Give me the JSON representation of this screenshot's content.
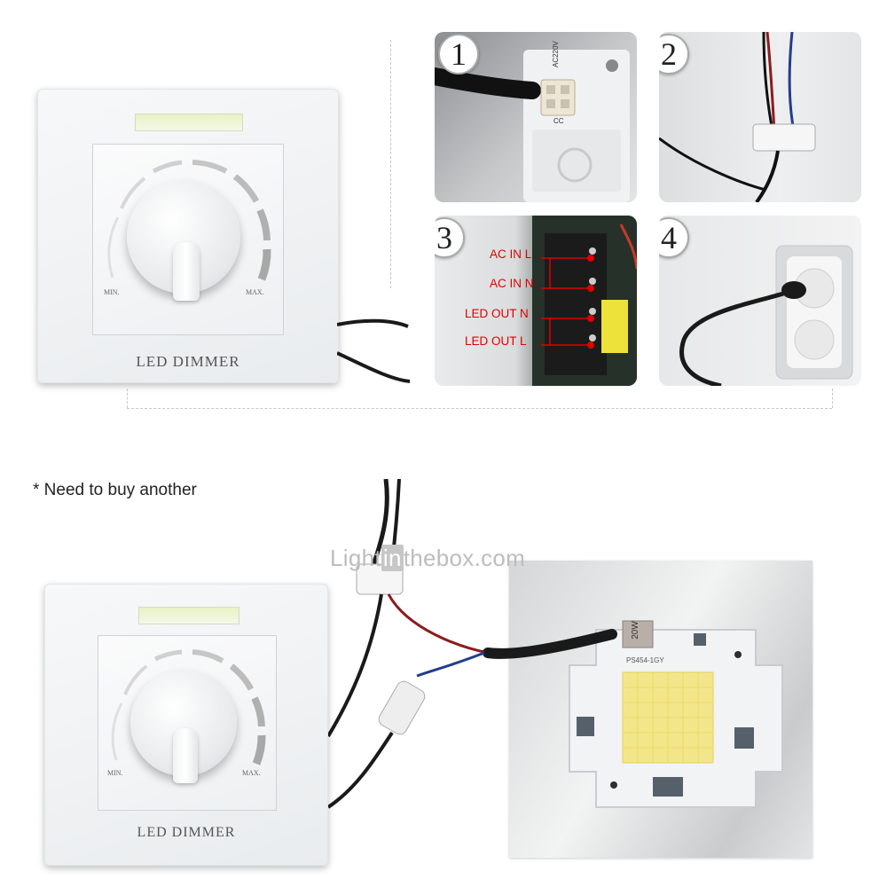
{
  "top_dimmer": {
    "min_label": "MIN.",
    "max_label": "MAX.",
    "name_label": "LED DIMMER"
  },
  "steps": [
    {
      "number": "1",
      "board_text_a": "AC220V",
      "board_text_b": "CC"
    },
    {
      "number": "2"
    },
    {
      "number": "3",
      "labels": [
        "AC IN L",
        "AC IN N",
        "LED OUT N",
        "LED OUT L"
      ]
    },
    {
      "number": "4"
    }
  ],
  "note": "* Need to buy another",
  "watermark": {
    "prefix": "Light",
    "boxed": "in",
    "suffix": "thebox.com"
  },
  "bottom_dimmer": {
    "min_label": "MIN.",
    "max_label": "MAX.",
    "name_label": "LED DIMMER"
  },
  "led_module": {
    "connector_text": "20W",
    "pcb_text": "PS454-1GY"
  },
  "colors": {
    "red_label": "#e00000",
    "led_yellow": "#f3e68a",
    "wire_black": "#1a1a1a"
  }
}
